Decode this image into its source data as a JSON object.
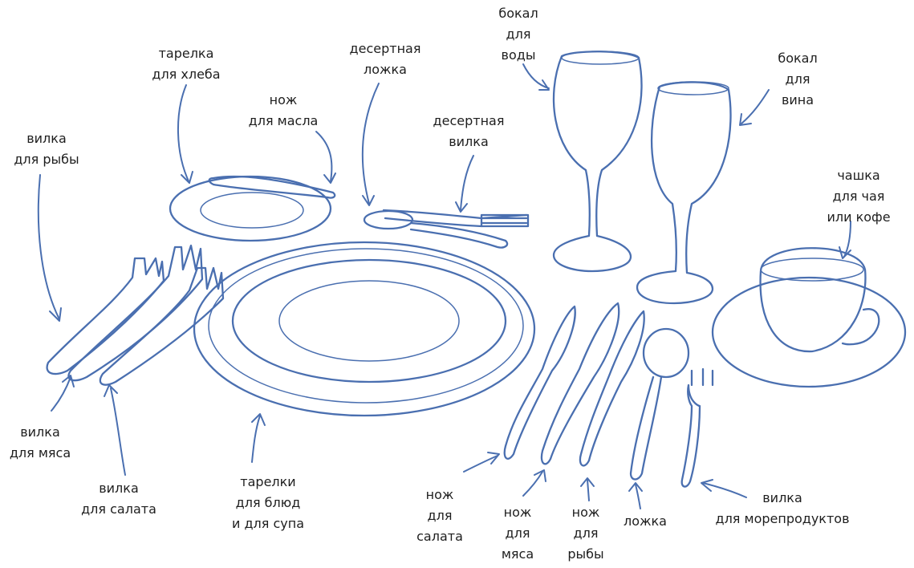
{
  "colors": {
    "ink": "#4a6fb0",
    "text": "#1e1e1e",
    "background": "#ffffff"
  },
  "labels": {
    "bread_plate": [
      "тарелка",
      "для хлеба"
    ],
    "butter_knife": [
      "нож",
      "для масла"
    ],
    "dessert_spoon": [
      "десертная",
      "ложка"
    ],
    "dessert_fork": [
      "десертная",
      "вилка"
    ],
    "water_glass": [
      "бокал",
      "для",
      "воды"
    ],
    "wine_glass": [
      "бокал",
      "для",
      "вина"
    ],
    "cup": [
      "чашка",
      "для чая",
      "или кофе"
    ],
    "fish_fork": [
      "вилка",
      "для рыбы"
    ],
    "meat_fork": [
      "вилка",
      "для мяса"
    ],
    "salad_fork": [
      "вилка",
      "для салата"
    ],
    "plates": [
      "тарелки",
      "для блюд",
      "и для супа"
    ],
    "salad_knife": [
      "нож",
      "для",
      "салата"
    ],
    "meat_knife": [
      "нож",
      "для",
      "мяса"
    ],
    "fish_knife": [
      "нож",
      "для",
      "рыбы"
    ],
    "spoon": [
      "ложка"
    ],
    "seafood_fork": [
      "вилка",
      "для морепродуктов"
    ]
  }
}
